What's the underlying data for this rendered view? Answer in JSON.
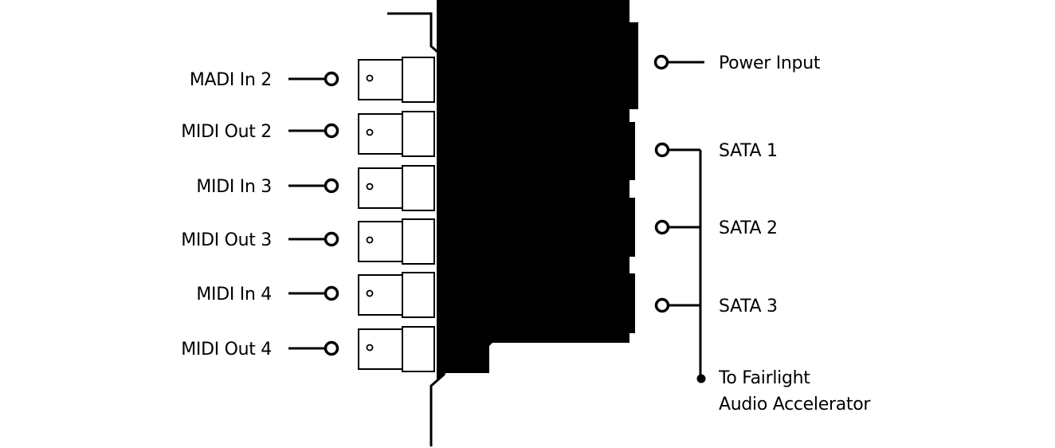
{
  "left_labels": [
    {
      "text": "MADI In 2"
    },
    {
      "text": "MIDI Out 2"
    },
    {
      "text": "MIDI In 3"
    },
    {
      "text": "MIDI Out 3"
    },
    {
      "text": "MIDI In 4"
    },
    {
      "text": "MIDI Out 4"
    }
  ],
  "right_labels": {
    "power": "Power Input",
    "sata1": "SATA 1",
    "sata2": "SATA 2",
    "sata3": "SATA 3",
    "fairlight_line1": "To Fairlight",
    "fairlight_line2": "Audio Accelerator"
  },
  "colors": {
    "ink": "#000000",
    "background": "#ffffff"
  }
}
